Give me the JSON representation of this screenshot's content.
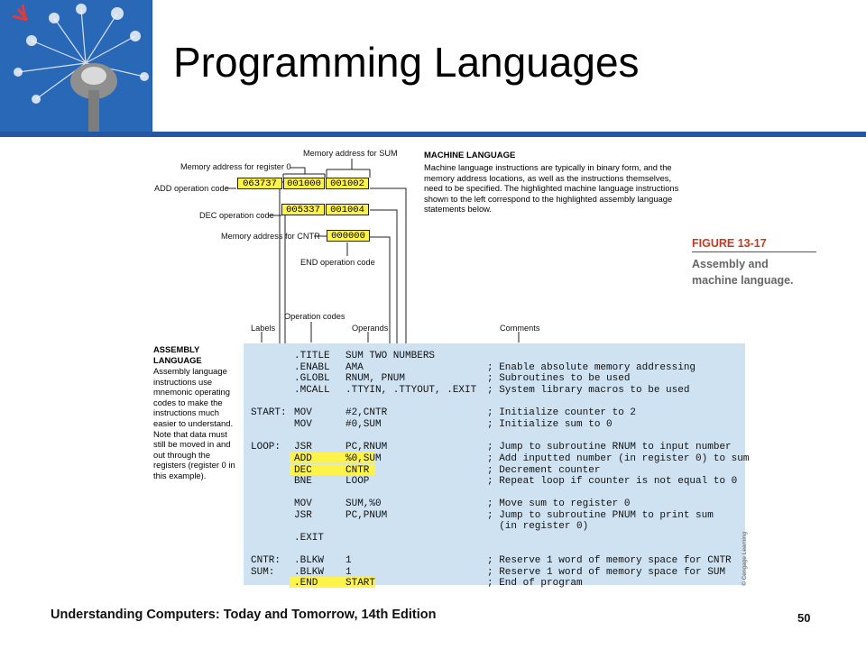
{
  "slide": {
    "title": "Programming Languages",
    "footer": "Understanding Computers: Today and Tomorrow, 14th Edition",
    "page_number": "50",
    "accent_color": "#2458a6"
  },
  "figure": {
    "number": "FIGURE 13-17",
    "caption_line1": "Assembly and",
    "caption_line2": "machine language.",
    "credit": "© Cengage Learning",
    "machine": {
      "heading": "MACHINE LANGUAGE",
      "body": "Machine language instructions are typically in binary form, and the memory address locations, as well as the instructions themselves, need to be specified. The highlighted machine language instructions shown to the left correspond to the highlighted assembly language statements below.",
      "codes": [
        "063737",
        "001000",
        "001002",
        "005337",
        "001004",
        "000000"
      ],
      "callouts": {
        "mem_sum": "Memory address for SUM",
        "mem_reg0": "Memory address for register 0",
        "add_op": "ADD operation code",
        "dec_op": "DEC operation code",
        "mem_cntr": "Memory address for CNTR",
        "end_op": "END operation code"
      }
    },
    "assembly": {
      "heading_line1": "ASSEMBLY",
      "heading_line2": "LANGUAGE",
      "body": "Assembly language instructions use mnemonic operating codes to make the instructions much easier to understand. Note that data must still be moved in and out through the registers (register 0 in this example).",
      "col_labels": {
        "labels": "Labels",
        "opcodes": "Operation codes",
        "operands": "Operands",
        "comments": "Comments"
      },
      "lines": [
        {
          "label": "",
          "op": ".TITLE",
          "operand": "SUM TWO NUMBERS",
          "comment": ""
        },
        {
          "label": "",
          "op": ".ENABL",
          "operand": "AMA",
          "comment": "; Enable absolute memory addressing"
        },
        {
          "label": "",
          "op": ".GLOBL",
          "operand": "RNUM, PNUM",
          "comment": "; Subroutines to be used"
        },
        {
          "label": "",
          "op": ".MCALL",
          "operand": ".TTYIN, .TTYOUT, .EXIT",
          "comment": "; System library macros to be used"
        },
        {
          "label": "START:",
          "op": "MOV",
          "operand": "#2,CNTR",
          "comment": "; Initialize counter to 2"
        },
        {
          "label": "",
          "op": "MOV",
          "operand": "#0,SUM",
          "comment": "; Initialize sum to 0"
        },
        {
          "label": "LOOP:",
          "op": "JSR",
          "operand": "PC,RNUM",
          "comment": "; Jump to subroutine RNUM to input number"
        },
        {
          "label": "",
          "op": "ADD",
          "operand": "%0,SUM",
          "comment": "; Add inputted number (in register 0) to sum"
        },
        {
          "label": "",
          "op": "DEC",
          "operand": "CNTR",
          "comment": "; Decrement counter"
        },
        {
          "label": "",
          "op": "BNE",
          "operand": "LOOP",
          "comment": "; Repeat loop if counter is not equal to 0"
        },
        {
          "label": "",
          "op": "MOV",
          "operand": "SUM,%0",
          "comment": "; Move sum to register 0"
        },
        {
          "label": "",
          "op": "JSR",
          "operand": "PC,PNUM",
          "comment": "; Jump to subroutine PNUM to print sum"
        },
        {
          "label": "",
          "op": "",
          "operand": "",
          "comment": "  (in register 0)"
        },
        {
          "label": "",
          "op": ".EXIT",
          "operand": "",
          "comment": ""
        },
        {
          "label": "CNTR:",
          "op": ".BLKW",
          "operand": "1",
          "comment": "; Reserve 1 word of memory space for CNTR"
        },
        {
          "label": "SUM:",
          "op": ".BLKW",
          "operand": "1",
          "comment": "; Reserve 1 word of memory space for SUM"
        },
        {
          "label": "",
          "op": ".END",
          "operand": "START",
          "comment": "; End of program"
        }
      ]
    }
  }
}
